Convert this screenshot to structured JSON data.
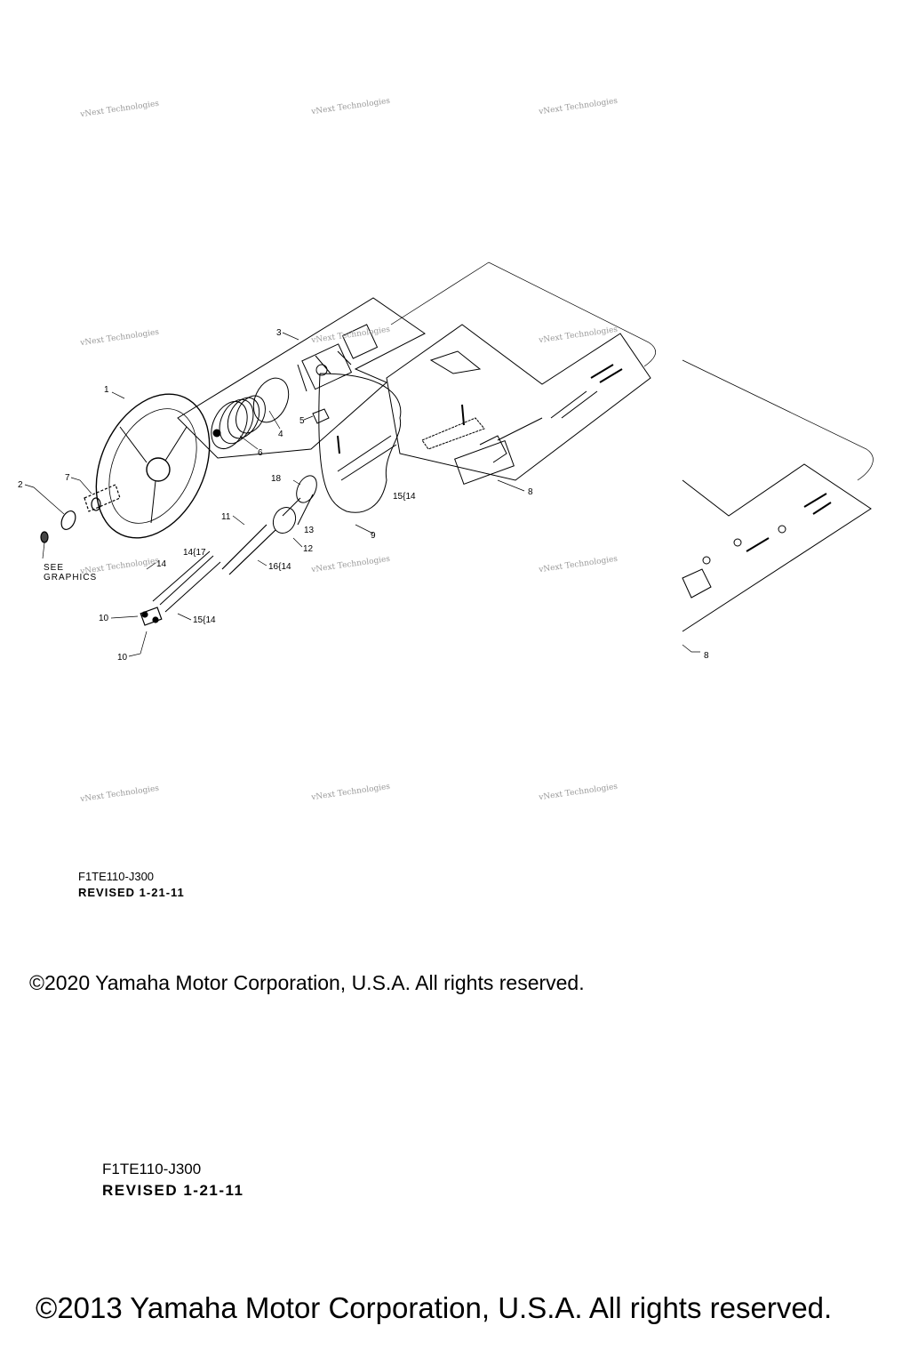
{
  "watermark_text": "vNext Technologies",
  "callouts": [
    "1",
    "2",
    "3",
    "4",
    "5",
    "6",
    "7",
    "8",
    "9",
    "10",
    "11",
    "12",
    "13",
    "14",
    "15",
    "16",
    "17",
    "18"
  ],
  "callout_groups": {
    "g15_14_a": "15{14",
    "g14_17": "14{17",
    "g16_14": "16{14",
    "g15_14_b": "15{14"
  },
  "see_graphics": [
    "SEE",
    "GRAPHICS"
  ],
  "footer_small": {
    "code": "F1TE110-J300",
    "revised": "REVISED 1-21-11"
  },
  "copyright_2020": "©2020 Yamaha Motor Corporation, U.S.A. All rights reserved.",
  "footer_large": {
    "code": "F1TE110-J300",
    "revised": "REVISED 1-21-11"
  },
  "copyright_2013": "©2013 Yamaha Motor Corporation, U.S.A. All rights reserved."
}
